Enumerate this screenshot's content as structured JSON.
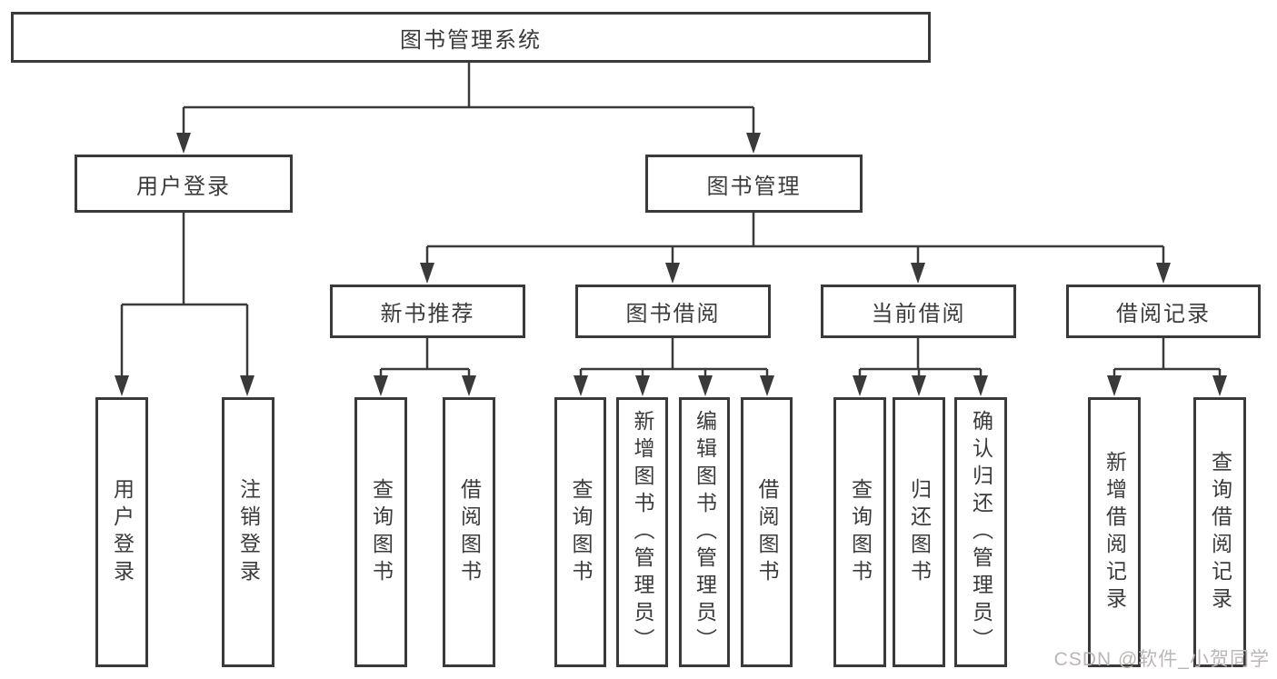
{
  "tree": {
    "label": "图书管理系统",
    "children": [
      {
        "label": "用户登录",
        "children": [
          {
            "label": "用户登录"
          },
          {
            "label": "注销登录"
          }
        ]
      },
      {
        "label": "图书管理",
        "children": [
          {
            "label": "新书推荐",
            "children": [
              {
                "label": "查询图书"
              },
              {
                "label": "借阅图书"
              }
            ]
          },
          {
            "label": "图书借阅",
            "children": [
              {
                "label": "查询图书"
              },
              {
                "label": "新增图书（管理员）"
              },
              {
                "label": "编辑图书（管理员）"
              },
              {
                "label": "借阅图书"
              }
            ]
          },
          {
            "label": "当前借阅",
            "children": [
              {
                "label": "查询图书"
              },
              {
                "label": "归还图书"
              },
              {
                "label": "确认归还（管理员）"
              }
            ]
          },
          {
            "label": "借阅记录",
            "children": [
              {
                "label": "新增借阅记录"
              },
              {
                "label": "查询借阅记录"
              }
            ]
          }
        ]
      }
    ]
  },
  "watermark": {
    "text": "CSDN @软件_小贺同学"
  },
  "colors": {
    "line": "#3a3a3a",
    "box_background": "#ffffff",
    "text": "#3b3b3b",
    "watermark_text": "#bdb5b5"
  }
}
